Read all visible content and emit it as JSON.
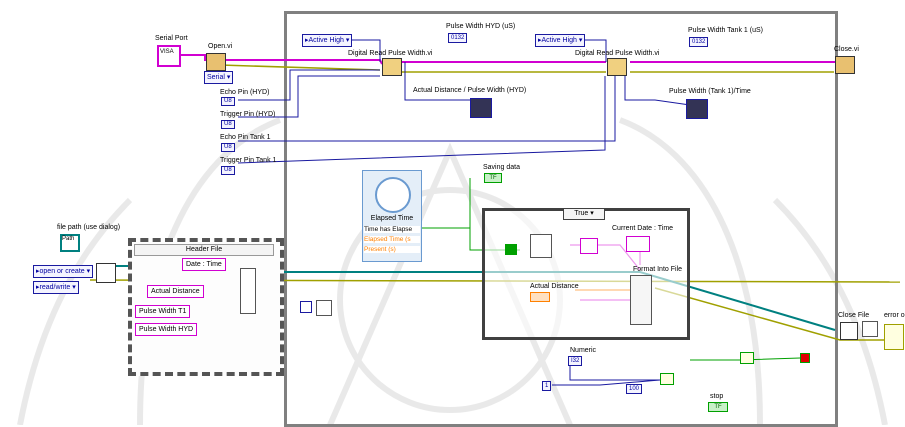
{
  "serial_port": {
    "label": "Serial Port",
    "value": "VISA"
  },
  "open_vi": {
    "label": "Open.vi",
    "serial_ring": "Serial"
  },
  "close_vi": {
    "label": "Close.vi"
  },
  "active_high_1": "Active High",
  "active_high_2": "Active High",
  "digital_read_1": "Digital Read Pulse Width.vi",
  "digital_read_2": "Digital Read Pulse Width.vi",
  "pulse_width_hyd": {
    "label": "Pulse Width HYD (uS)",
    "value": "0132"
  },
  "pulse_width_tank1": {
    "label": "Pulse Width Tank 1 (uS)",
    "value": "0132"
  },
  "pins": [
    {
      "label": "Echo Pin (HYD)",
      "value": "U8"
    },
    {
      "label": "Trigger Pin (HYD)",
      "value": "U8"
    },
    {
      "label": "Echo Pin Tank 1",
      "value": "U8"
    },
    {
      "label": "Trigger Pin Tank 1",
      "value": "U8"
    }
  ],
  "graph_hyd": "Actual Distance / Pulse Width (HYD)",
  "graph_tank1": "Pulse Width (Tank 1)/Time",
  "saving_data": {
    "label": "Saving data",
    "value": "TF"
  },
  "elapsed_time": {
    "title": "Elapsed Time",
    "rows": [
      "Time has Elapse",
      "Elapsed Time (s",
      "Present (s)"
    ]
  },
  "case_selector": "True",
  "current_date_time": "Current Date : Time",
  "format_into_file": "Format Into File",
  "actual_distance_inner": "Actual Distance",
  "file_path": {
    "label": "file path (use dialog)",
    "value": "Path"
  },
  "open_or_create": "open or create",
  "read_write": "read/write",
  "header_file": {
    "title": "Header File",
    "strings": [
      "Date : Time",
      "Actual Distance",
      "Pulse Width T1",
      "Pulse Width HYD"
    ]
  },
  "numeric": {
    "label": "Numeric",
    "value": "I32"
  },
  "constant_1": "1",
  "constant_100": "100",
  "stop": {
    "label": "stop",
    "value": "TF"
  },
  "close_file": "Close File",
  "error_out": "error o",
  "colors": {
    "bool": "#00a000",
    "string": "#d100d1",
    "int": "#1a1aa0",
    "dbl": "#ff8000",
    "cluster": "#a0a000",
    "refnum": "#008080"
  }
}
